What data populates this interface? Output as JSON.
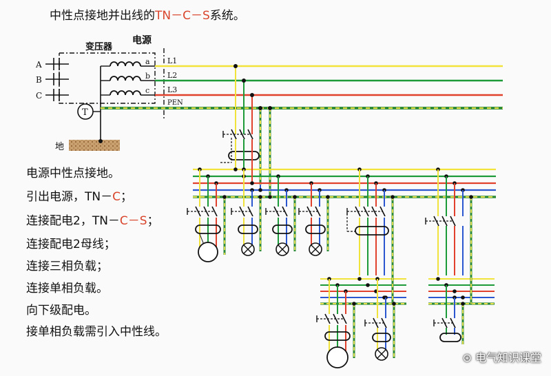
{
  "title": {
    "main": "中性点接地并出线的",
    "sys": "TN－C－S",
    "tail": "系统。"
  },
  "labels": {
    "phase_a": "A",
    "phase_b": "B",
    "phase_c": "C",
    "transformer": "变压器",
    "source": "电源",
    "wa": "a",
    "wb": "b",
    "wc": "c",
    "l1": "L1",
    "l2": "L2",
    "l3": "L3",
    "pen": "PEN",
    "t": "T",
    "ground": "地"
  },
  "notes": [
    {
      "text": "电源中性点接地。"
    },
    {
      "text": "引出电源，TN－",
      "red": "C",
      "tail": "；"
    },
    {
      "text": "连接配电2，TN－",
      "red": "C－S",
      "tail": "；"
    },
    {
      "text": "连接配电2母线；"
    },
    {
      "text": "连接三相负载；"
    },
    {
      "text": "连接单相负载。"
    },
    {
      "text": "向下级配电。"
    },
    {
      "text": "接单相负载需引入中性线。"
    }
  ],
  "watermark": "电气知识课堂",
  "colors": {
    "l1": "#f2e33a",
    "l2": "#1c9a3a",
    "l3": "#e0402c",
    "pen": "#d8d440",
    "n": "#2a56d0",
    "pe": "#cfd23a",
    "accent": "#d9452c"
  }
}
